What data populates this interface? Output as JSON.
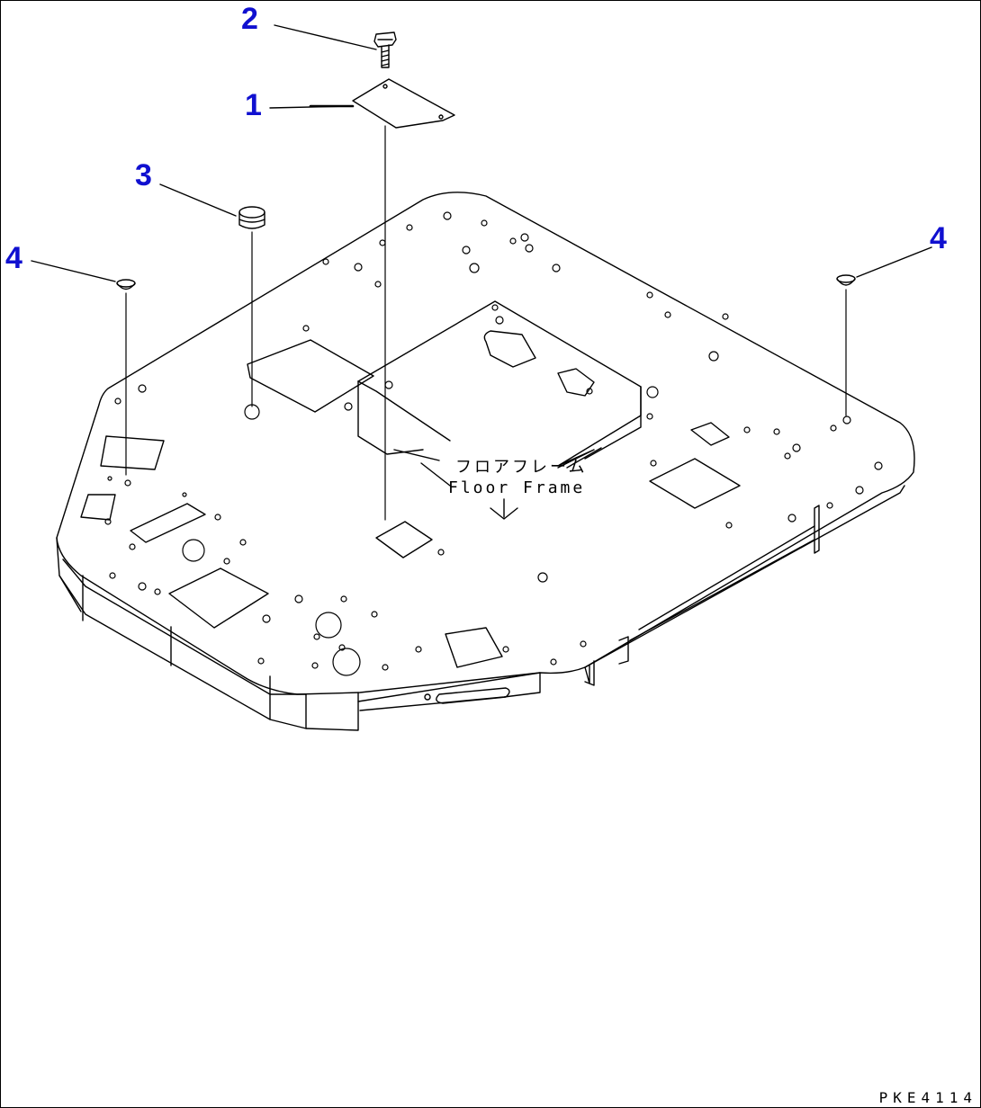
{
  "callouts": [
    {
      "id": "c2",
      "text": "2"
    },
    {
      "id": "c1",
      "text": "1"
    },
    {
      "id": "c3",
      "text": "3"
    },
    {
      "id": "c4a",
      "text": "4"
    },
    {
      "id": "c4b",
      "text": "4"
    }
  ],
  "frame_label": {
    "jp": "フロアフレーム",
    "en": "Floor Frame"
  },
  "drawing_code": "PKE4114",
  "colors": {
    "callout": "#1010d0",
    "line": "#000000",
    "background": "#ffffff"
  }
}
